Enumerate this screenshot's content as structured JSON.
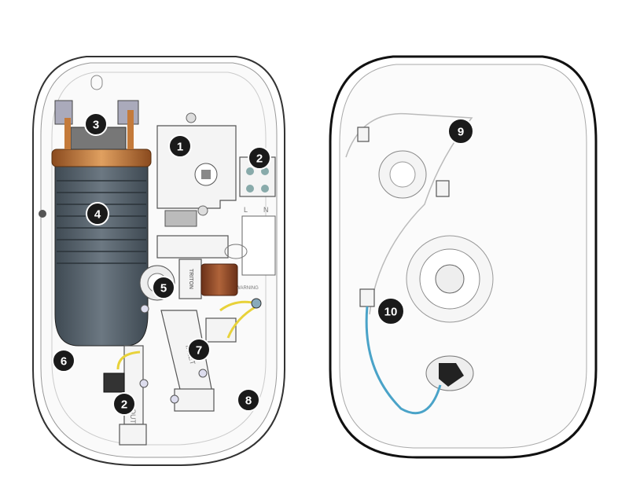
{
  "labels": {
    "thermostat": "1",
    "terminal_block": "2",
    "thermal_cutout": "3",
    "heater_tank": "4",
    "flow_valve": "5",
    "tank_clamp": "6",
    "inlet_pipe": "7",
    "backplate_seal": "8",
    "outlet_switch": "2",
    "cover": "9",
    "earth_lead": "10"
  },
  "markings": {
    "live": "L",
    "neutral": "N",
    "warning": "WARNING",
    "brand": "TRITON",
    "inlet": "INLET",
    "outlet": "OUTLET"
  },
  "colors": {
    "tank": "#5a6670",
    "tank_top": "#c47a3a",
    "solenoid": "#8a4a2a",
    "earth_wire": "#e8d23a",
    "blue_wire": "#4aa3c8"
  }
}
